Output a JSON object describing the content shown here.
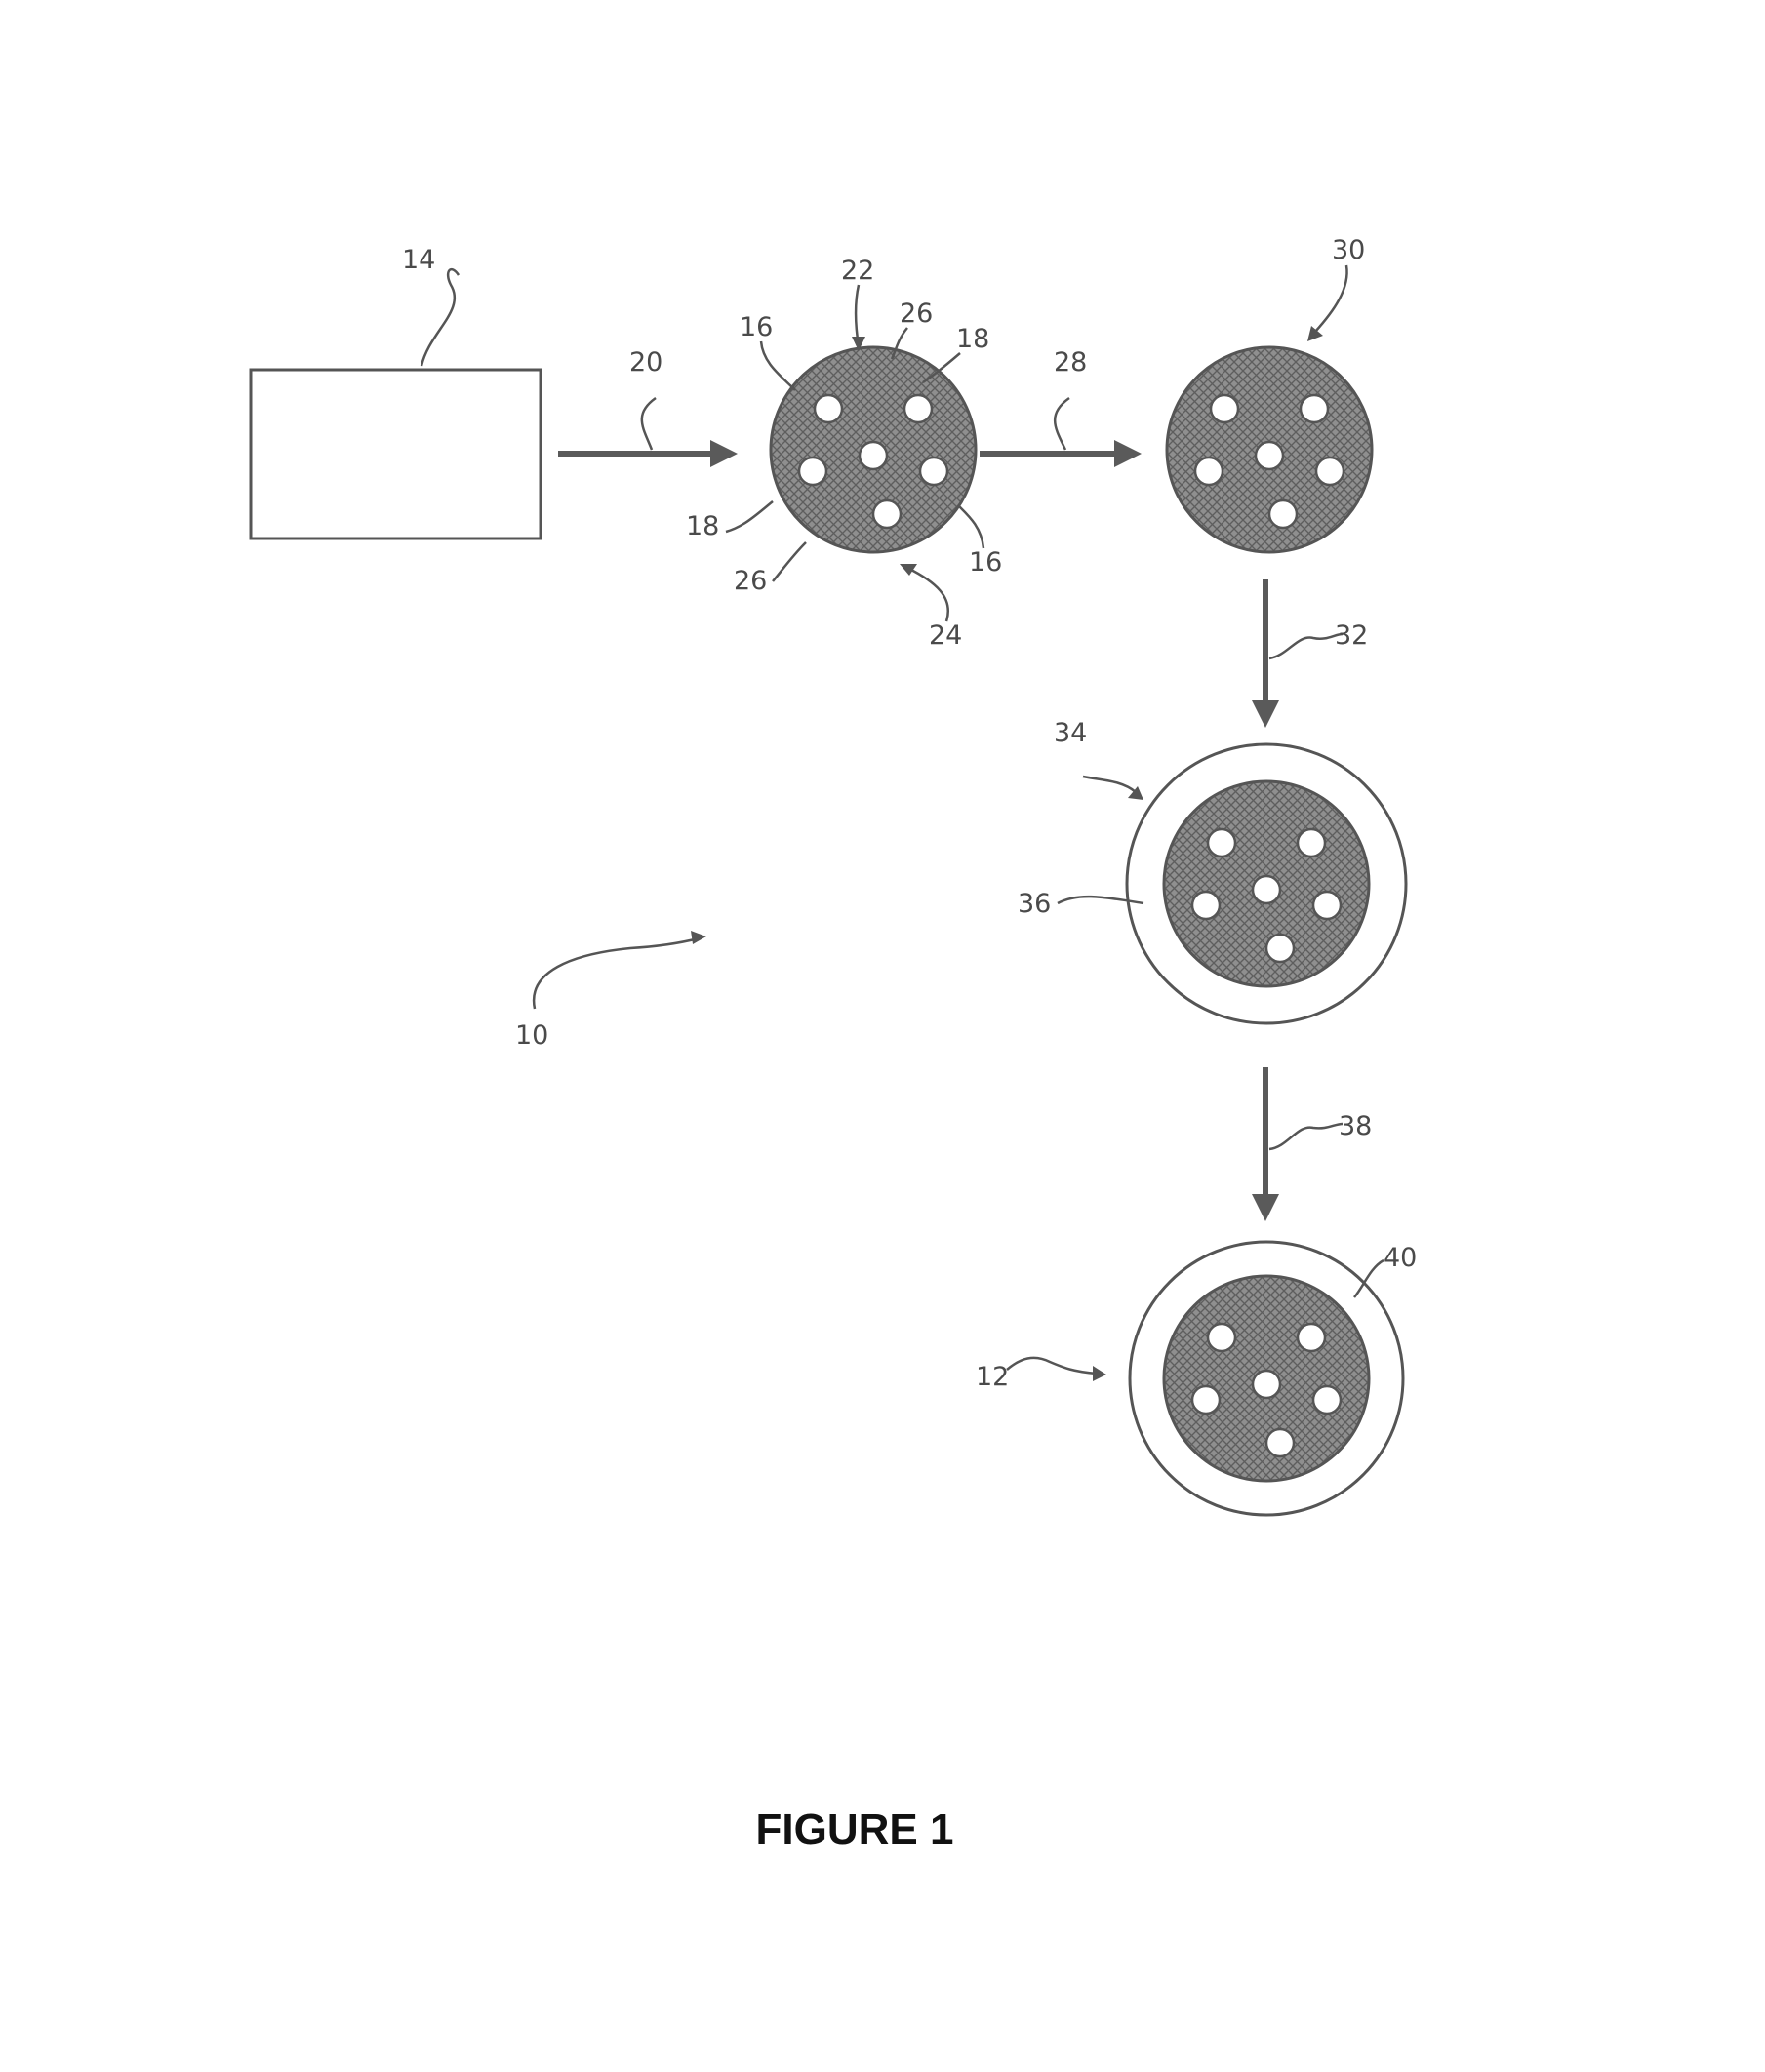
{
  "colors": {
    "line": "#555555",
    "core_fill": "#8f8f8f",
    "hatch": "#5e5e5e",
    "background": "#ffffff",
    "caption": "#111111"
  },
  "labels": {
    "ref_10": "10",
    "ref_12": "12",
    "ref_14": "14",
    "ref_16_top": "16",
    "ref_16_bottom": "16",
    "ref_18_top": "18",
    "ref_18_bottom": "18",
    "ref_20": "20",
    "ref_22": "22",
    "ref_24": "24",
    "ref_26_top": "26",
    "ref_26_bottom": "26",
    "ref_28": "28",
    "ref_30": "30",
    "ref_32": "32",
    "ref_34": "34",
    "ref_36": "36",
    "ref_38": "38",
    "ref_40": "40"
  },
  "caption": "FIGURE 1"
}
